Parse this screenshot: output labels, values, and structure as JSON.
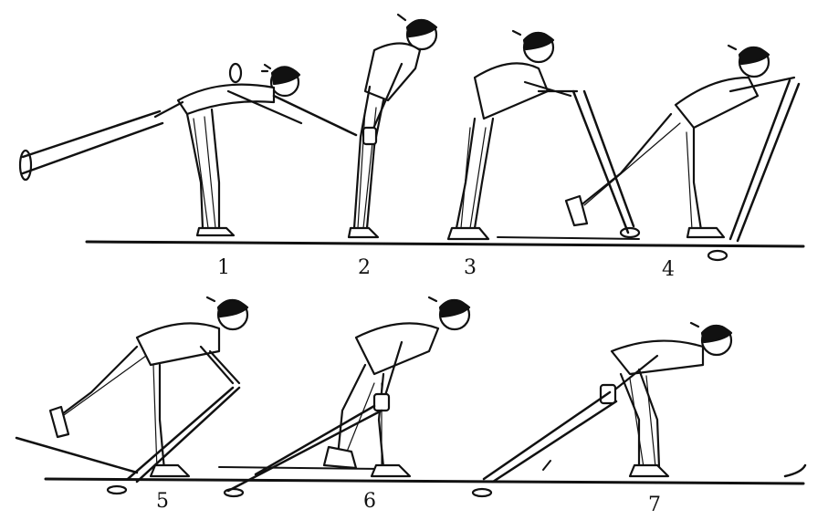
{
  "illustration": {
    "frame_labels": [
      "1",
      "2",
      "3",
      "4",
      "5",
      "6",
      "7"
    ]
  },
  "colors": {
    "ink": "#111111",
    "paper": "#ffffff"
  }
}
